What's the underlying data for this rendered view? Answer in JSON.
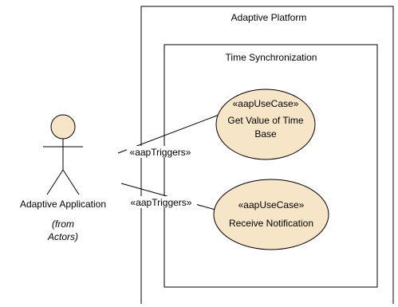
{
  "boundary": {
    "title": "Adaptive Platform"
  },
  "package": {
    "title": "Time Synchronization"
  },
  "actor": {
    "name": "Adaptive Application",
    "note_line1": "(from",
    "note_line2": "Actors)"
  },
  "use_cases": [
    {
      "stereotype": "«aapUseCase»",
      "line1": "Get Value of Time",
      "line2": "Base"
    },
    {
      "stereotype": "«aapUseCase»",
      "line1": "Receive Notification",
      "line2": ""
    }
  ],
  "associations": [
    {
      "stereotype": "«aapTriggers»"
    },
    {
      "stereotype": "«aapTriggers»"
    }
  ],
  "colors": {
    "use_case_fill": "#f7e5c7",
    "line": "#000000"
  }
}
